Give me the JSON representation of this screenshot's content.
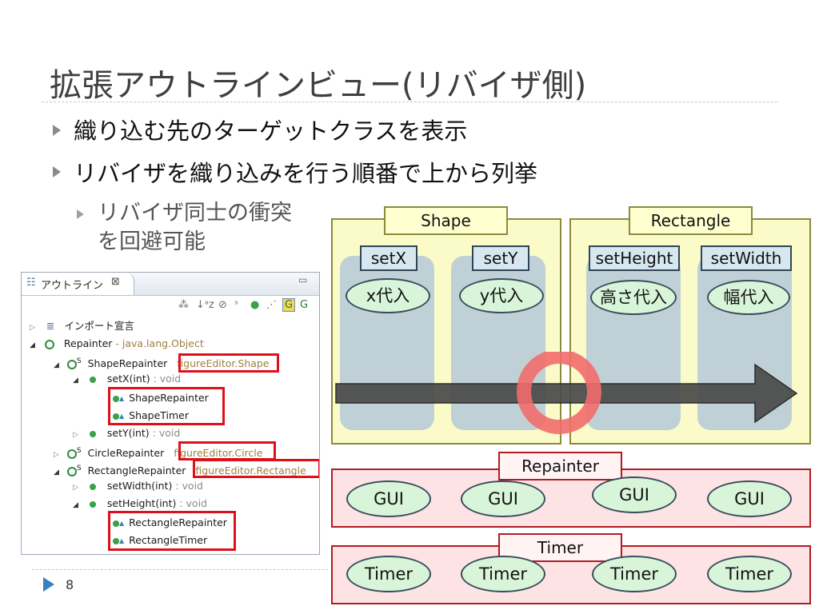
{
  "slide": {
    "title": "拡張アウトラインビュー(リバイザ側)",
    "bullets": [
      "織り込む先のターゲットクラスを表示",
      "リバイザを織り込みを行う順番で上から列挙"
    ],
    "sub_bullet": [
      "リバイザ同士の衝突",
      "を回避可能"
    ],
    "page_number": "8"
  },
  "outline": {
    "tab_label": "アウトライン",
    "tab_close": "⊠",
    "rows": [
      {
        "name": "インポート宣言",
        "type": ""
      },
      {
        "name": "Repainter",
        "type": " - java.lang.Object"
      },
      {
        "name": "ShapeRepainter",
        "type": "figureEditor.Shape"
      },
      {
        "name": "setX(int)",
        "type": " : void"
      },
      {
        "name": "ShapeRepainter",
        "type": ""
      },
      {
        "name": "ShapeTimer",
        "type": ""
      },
      {
        "name": "setY(int)",
        "type": " : void"
      },
      {
        "name": "CircleRepainter",
        "type": "figureEditor.Circle"
      },
      {
        "name": "RectangleRepainter",
        "type": "figureEditor.Rectangle"
      },
      {
        "name": "setWidth(int)",
        "type": " : void"
      },
      {
        "name": "setHeight(int)",
        "type": " : void"
      },
      {
        "name": "RectangleRepainter",
        "type": ""
      },
      {
        "name": "RectangleTimer",
        "type": ""
      }
    ]
  },
  "diagram": {
    "shape": {
      "label": "Shape",
      "methods": [
        "setX",
        "setY"
      ],
      "actions": [
        "x代入",
        "y代入"
      ]
    },
    "rectangle": {
      "label": "Rectangle",
      "methods": [
        "setHeight",
        "setWidth"
      ],
      "actions": [
        "高さ代入",
        "幅代入"
      ]
    },
    "repainter": {
      "label": "Repainter",
      "items": [
        "GUI",
        "GUI",
        "GUI",
        "GUI"
      ]
    },
    "timer": {
      "label": "Timer",
      "items": [
        "Timer",
        "Timer",
        "Timer",
        "Timer"
      ]
    }
  },
  "colors": {
    "highlight_red": "#e0101a",
    "arrow": "#4a4a4a",
    "conflict_ring": "#f26b6b"
  }
}
